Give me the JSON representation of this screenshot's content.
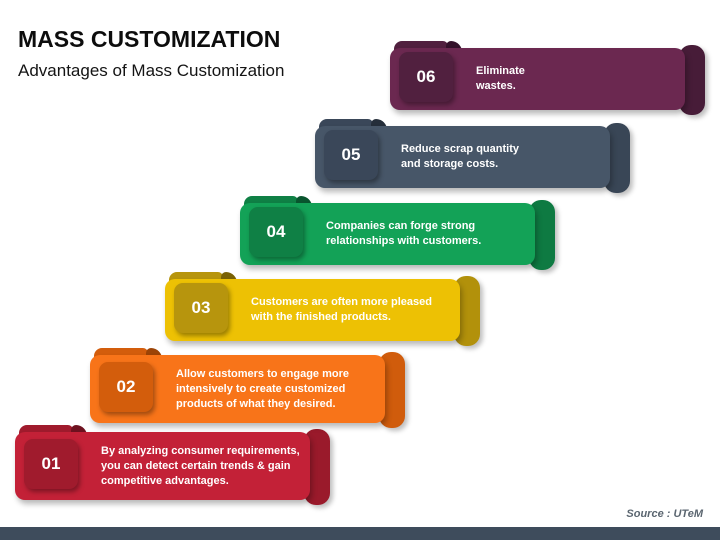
{
  "slide": {
    "title": "MASS CUSTOMIZATION",
    "subtitle": "Advantages of Mass Customization",
    "source": "Source : UTeM",
    "footer_bar_color": "#3e4c5c"
  },
  "steps": [
    {
      "number": "06",
      "lines": [
        "Eliminate",
        "wastes."
      ],
      "colors": {
        "main": "#6b2850",
        "chip": "#51203f",
        "cap": "#471c38",
        "curl": "#33112a"
      }
    },
    {
      "number": "05",
      "lines": [
        "Reduce scrap quantity",
        "and storage costs."
      ],
      "colors": {
        "main": "#475668",
        "chip": "#3a4759",
        "cap": "#394656",
        "curl": "#252e3a"
      }
    },
    {
      "number": "04",
      "lines": [
        "Companies can forge strong",
        "relationships with customers."
      ],
      "colors": {
        "main": "#13a257",
        "chip": "#0f8045",
        "cap": "#0e7a42",
        "curl": "#09552e"
      }
    },
    {
      "number": "03",
      "lines": [
        "Customers are often more pleased",
        "with the finished products."
      ],
      "colors": {
        "main": "#edc104",
        "chip": "#b7950d",
        "cap": "#b2910b",
        "curl": "#7a6206"
      }
    },
    {
      "number": "02",
      "lines": [
        "Allow customers to engage more",
        "intensively to create customized",
        "products of what they desired."
      ],
      "colors": {
        "main": "#f87419",
        "chip": "#d35d0c",
        "cap": "#d05c0c",
        "curl": "#9c4407"
      }
    },
    {
      "number": "01",
      "lines": [
        "By analyzing consumer requirements,",
        "you can detect certain trends & gain",
        "competitive advantages."
      ],
      "colors": {
        "main": "#c32137",
        "chip": "#a01b2d",
        "cap": "#9a1a2b",
        "curl": "#6e1220"
      }
    }
  ]
}
